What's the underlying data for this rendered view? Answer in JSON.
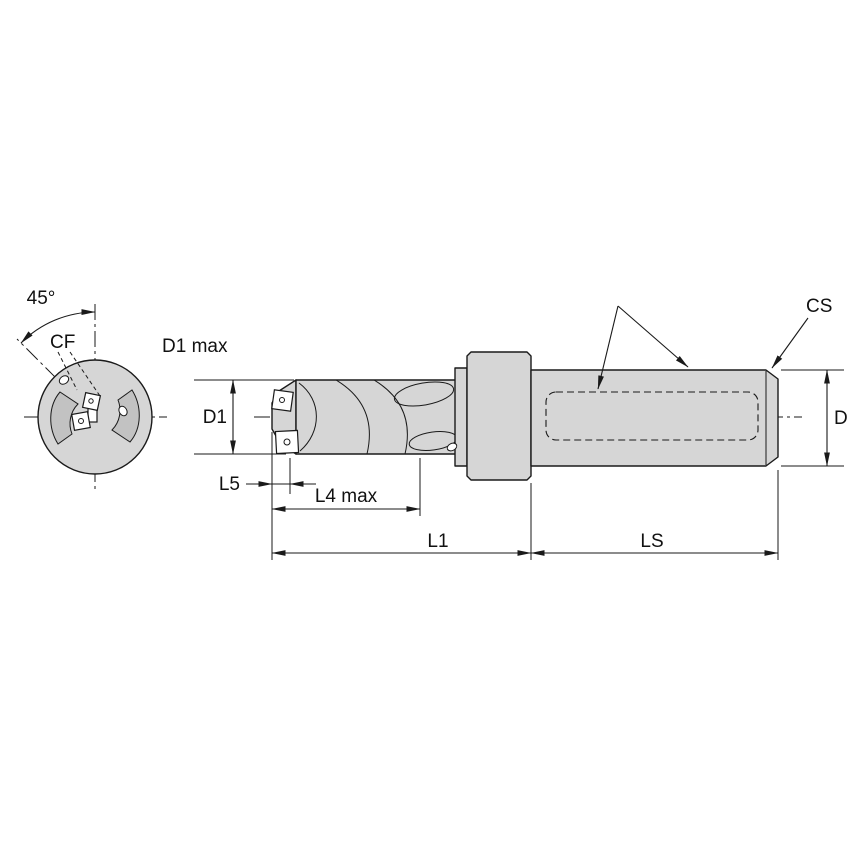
{
  "diagram": {
    "type": "technical-dimension-drawing",
    "subject": "indexable-insert-drill"
  },
  "labels": {
    "angle_45": "45°",
    "cf": "CF",
    "d1_max": "D1 max",
    "d1": "D1",
    "l5": "L5",
    "l4_max": "L4 max",
    "l1": "L1",
    "ls": "LS",
    "cs": "CS",
    "d": "D"
  },
  "colors": {
    "background": "#ffffff",
    "body_fill": "#d6d6d6",
    "pocket_fill": "#c2c2c2",
    "insert_fill": "#ffffff",
    "line": "#1a1a1a"
  }
}
